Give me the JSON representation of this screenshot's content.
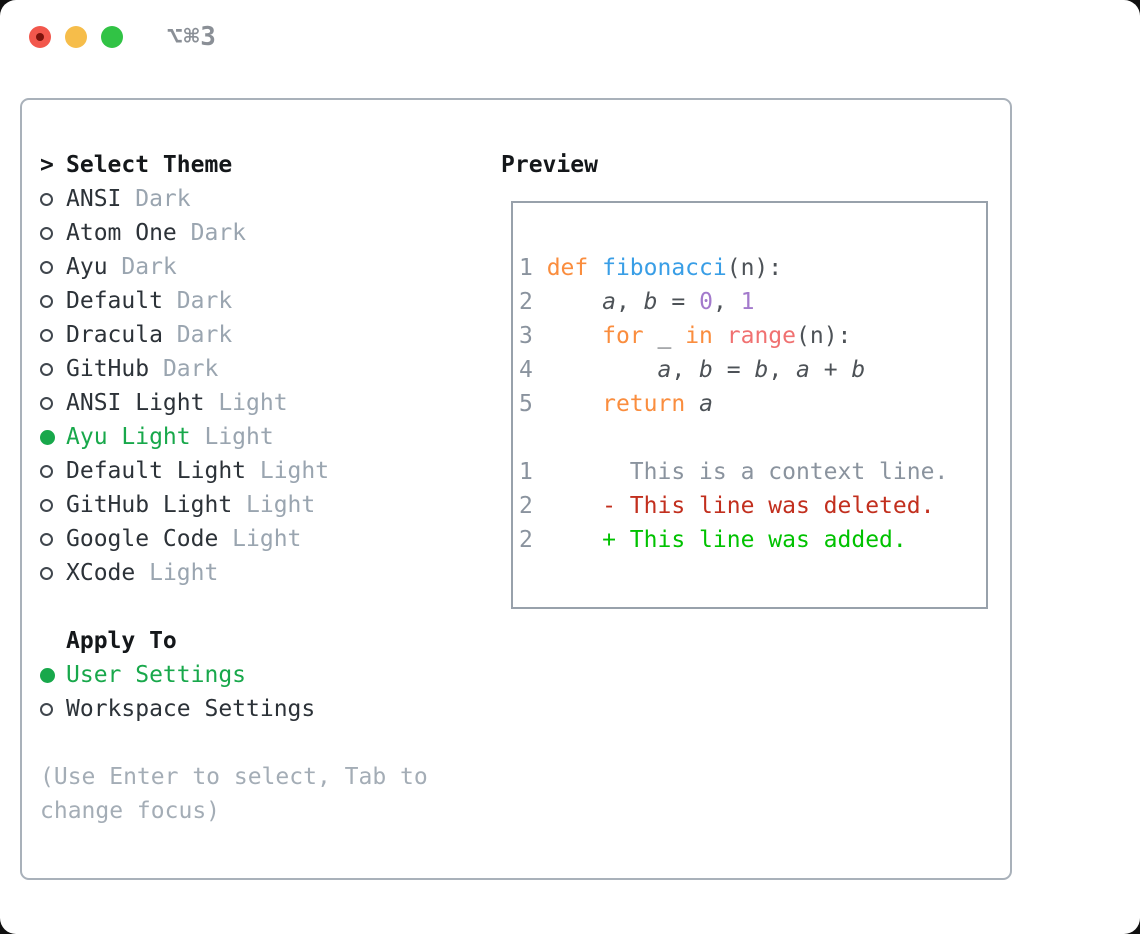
{
  "window": {
    "title": "⌥⌘3",
    "traffic_lights": {
      "red": "#f2574c",
      "yellow": "#f6bd4a",
      "green": "#31c345"
    }
  },
  "theme_panel": {
    "header_prefix": ">",
    "header": "Select Theme",
    "themes": [
      {
        "name": "ANSI",
        "variant": "Dark",
        "selected": false
      },
      {
        "name": "Atom One",
        "variant": "Dark",
        "selected": false
      },
      {
        "name": "Ayu",
        "variant": "Dark",
        "selected": false
      },
      {
        "name": "Default",
        "variant": "Dark",
        "selected": false
      },
      {
        "name": "Dracula",
        "variant": "Dark",
        "selected": false
      },
      {
        "name": "GitHub",
        "variant": "Dark",
        "selected": false
      },
      {
        "name": "ANSI Light",
        "variant": "Light",
        "selected": false
      },
      {
        "name": "Ayu Light",
        "variant": "Light",
        "selected": true
      },
      {
        "name": "Default Light",
        "variant": "Light",
        "selected": false
      },
      {
        "name": "GitHub Light",
        "variant": "Light",
        "selected": false
      },
      {
        "name": "Google Code",
        "variant": "Light",
        "selected": false
      },
      {
        "name": "XCode",
        "variant": "Light",
        "selected": false
      }
    ],
    "apply_to": {
      "header": "Apply To",
      "options": [
        {
          "label": "User Settings",
          "selected": true
        },
        {
          "label": "Workspace Settings",
          "selected": false
        }
      ]
    },
    "help_lines": [
      "(Use Enter to select, Tab to",
      "change focus)"
    ]
  },
  "preview": {
    "header": "Preview",
    "lines": [
      {
        "kind": "code",
        "tokens": [
          {
            "t": "1 ",
            "c": "ln"
          },
          {
            "t": "def ",
            "c": "kw"
          },
          {
            "t": "fibonacci",
            "c": "fn"
          },
          {
            "t": "(n):",
            "c": "fg"
          }
        ]
      },
      {
        "kind": "code",
        "tokens": [
          {
            "t": "2",
            "c": "ln"
          },
          {
            "t": "     ",
            "c": "fg"
          },
          {
            "t": "a",
            "c": "var"
          },
          {
            "t": ", ",
            "c": "fg"
          },
          {
            "t": "b",
            "c": "var"
          },
          {
            "t": " = ",
            "c": "fg"
          },
          {
            "t": "0",
            "c": "num"
          },
          {
            "t": ", ",
            "c": "fg"
          },
          {
            "t": "1",
            "c": "num"
          }
        ]
      },
      {
        "kind": "code",
        "tokens": [
          {
            "t": "3",
            "c": "ln"
          },
          {
            "t": "     ",
            "c": "fg"
          },
          {
            "t": "for",
            "c": "kw"
          },
          {
            "t": " _ ",
            "c": "fg"
          },
          {
            "t": "in",
            "c": "kw"
          },
          {
            "t": " ",
            "c": "fg"
          },
          {
            "t": "range",
            "c": "rng"
          },
          {
            "t": "(n):",
            "c": "fg"
          }
        ]
      },
      {
        "kind": "code",
        "tokens": [
          {
            "t": "4",
            "c": "ln"
          },
          {
            "t": "         ",
            "c": "fg"
          },
          {
            "t": "a",
            "c": "var"
          },
          {
            "t": ", ",
            "c": "fg"
          },
          {
            "t": "b",
            "c": "var"
          },
          {
            "t": " = ",
            "c": "fg"
          },
          {
            "t": "b",
            "c": "var"
          },
          {
            "t": ", ",
            "c": "fg"
          },
          {
            "t": "a",
            "c": "var"
          },
          {
            "t": " + ",
            "c": "fg"
          },
          {
            "t": "b",
            "c": "var"
          }
        ]
      },
      {
        "kind": "code",
        "tokens": [
          {
            "t": "5",
            "c": "ln"
          },
          {
            "t": "     ",
            "c": "fg"
          },
          {
            "t": "return",
            "c": "kw"
          },
          {
            "t": " ",
            "c": "fg"
          },
          {
            "t": "a",
            "c": "var"
          }
        ]
      },
      {
        "kind": "blank",
        "tokens": []
      },
      {
        "kind": "diff-context",
        "tokens": [
          {
            "t": "1",
            "c": "ln"
          },
          {
            "t": "       This is a context line.",
            "c": "ctx"
          }
        ]
      },
      {
        "kind": "diff-deleted",
        "tokens": [
          {
            "t": "2",
            "c": "ln"
          },
          {
            "t": "     - This line was deleted.",
            "c": "del"
          }
        ]
      },
      {
        "kind": "diff-added",
        "tokens": [
          {
            "t": "2",
            "c": "ln"
          },
          {
            "t": "     + This line was added.",
            "c": "add"
          }
        ]
      }
    ]
  },
  "colors": {
    "selected_green": "#18a84b",
    "variant_gray": "#9aa5b0",
    "help_gray": "#a4adb6",
    "panel_border": "#a9b1ba",
    "preview_border": "#98a1ab",
    "syntax_keyword_orange": "#fa8d3e",
    "syntax_function_blue": "#399ee6",
    "syntax_number_purple": "#a37acc",
    "syntax_range_coral": "#f07171",
    "diff_deleted_red": "#c22f1e",
    "diff_added_green": "#00c200",
    "line_number_gray": "#8a939e"
  }
}
